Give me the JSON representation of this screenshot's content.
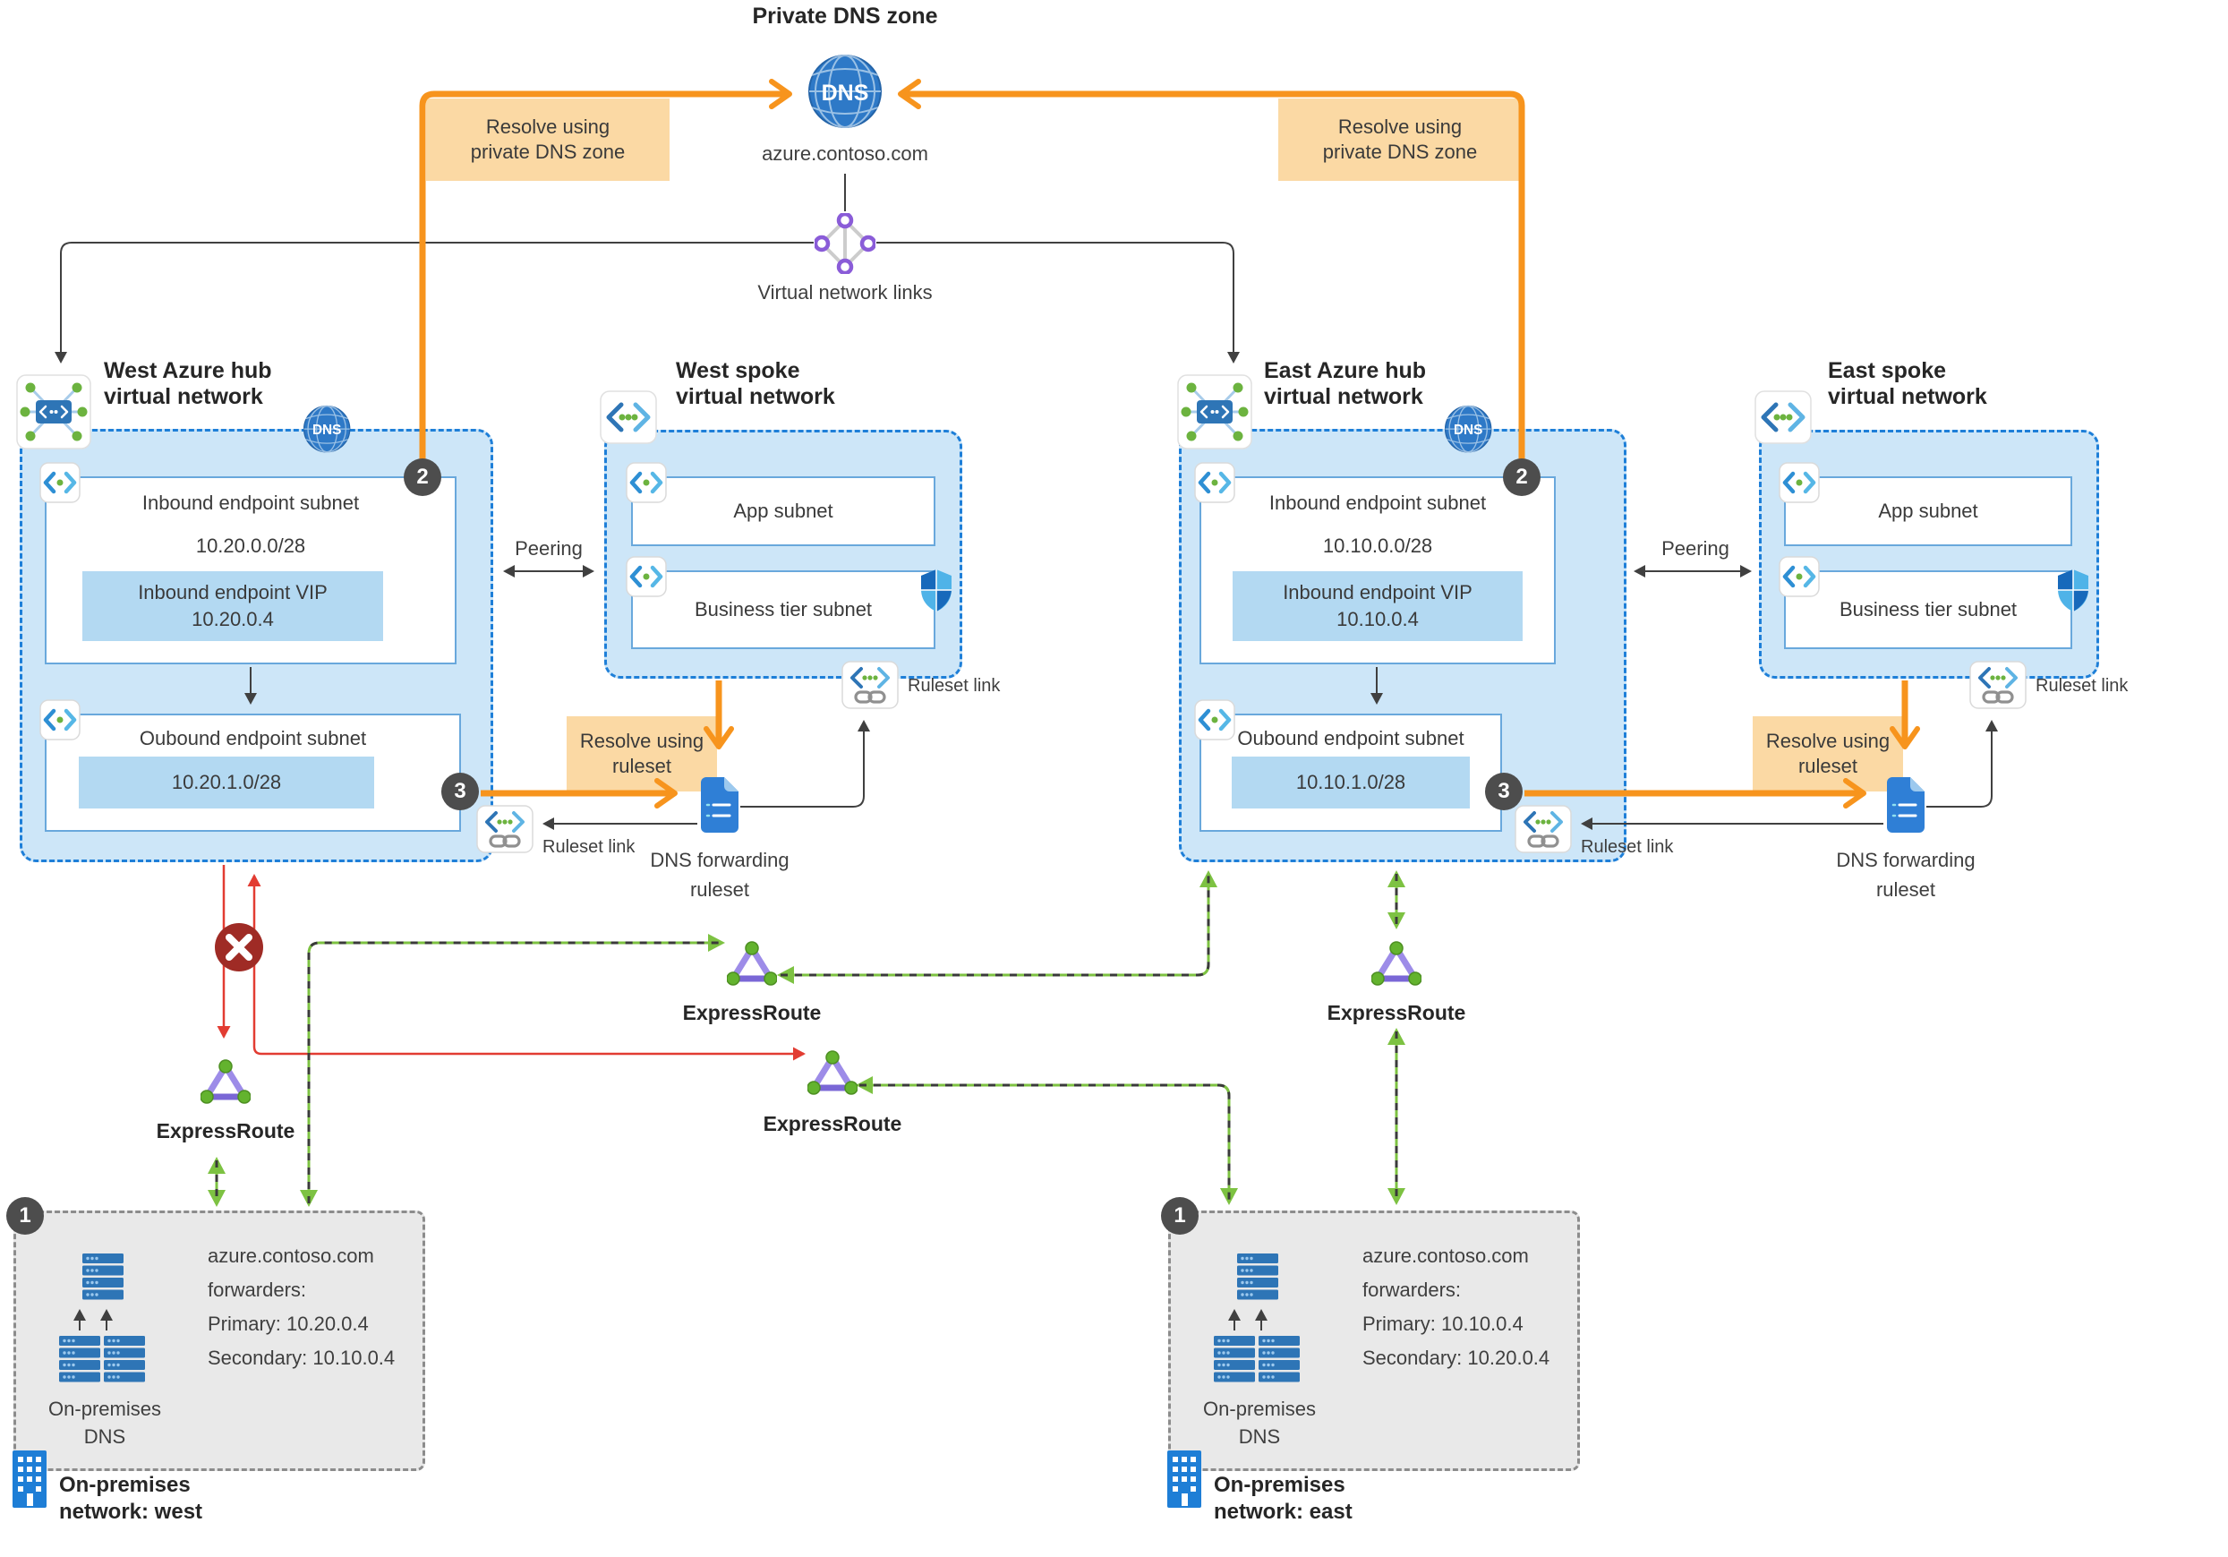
{
  "private_dns_zone": {
    "title": "Private DNS zone",
    "icon_text": "DNS",
    "domain": "azure.contoso.com",
    "links_label": "Virtual network links"
  },
  "callouts": {
    "resolve_private_dns": "Resolve using\nprivate DNS zone",
    "resolve_ruleset": "Resolve using\nruleset"
  },
  "shared": {
    "peering": "Peering",
    "ruleset_link": "Ruleset link",
    "dns_forwarding_ruleset": "DNS forwarding\nruleset",
    "expressroute": "ExpressRoute",
    "on_premises_dns": "On-premises\nDNS"
  },
  "steps": {
    "one": "1",
    "two": "2",
    "three": "3"
  },
  "west_hub": {
    "title": "West Azure hub\nvirtual network",
    "inbound_subnet": {
      "name": "Inbound endpoint subnet",
      "cidr": "10.20.0.0/28",
      "vip_label": "Inbound endpoint VIP",
      "vip_ip": "10.20.0.4"
    },
    "outbound_subnet": {
      "name": "Oubound endpoint subnet",
      "cidr": "10.20.1.0/28"
    }
  },
  "east_hub": {
    "title": "East Azure hub\nvirtual network",
    "inbound_subnet": {
      "name": "Inbound endpoint subnet",
      "cidr": "10.10.0.0/28",
      "vip_label": "Inbound endpoint VIP",
      "vip_ip": "10.10.0.4"
    },
    "outbound_subnet": {
      "name": "Oubound endpoint subnet",
      "cidr": "10.10.1.0/28"
    }
  },
  "west_spoke": {
    "title": "West spoke\nvirtual network",
    "app_subnet": "App subnet",
    "business_subnet": "Business tier subnet"
  },
  "east_spoke": {
    "title": "East spoke\nvirtual network",
    "app_subnet": "App subnet",
    "business_subnet": "Business tier subnet"
  },
  "west_onprem": {
    "forwarders": "azure.contoso.com\nforwarders:\nPrimary: 10.20.0.4\nSecondary: 10.10.0.4",
    "network_label": "On-premises\nnetwork: west"
  },
  "east_onprem": {
    "forwarders": "azure.contoso.com\nforwarders:\nPrimary: 10.10.0.4\nSecondary: 10.20.0.4",
    "network_label": "On-premises\nnetwork: east"
  },
  "colors": {
    "orange": "#F7941D",
    "callout_bg": "#FBD9A4",
    "vnet_fill": "#CDE6F8",
    "vnet_border": "#1E7FD8",
    "inner_fill": "#B3D9F2",
    "badge": "#4D4D4D",
    "green": "#7DC242",
    "red": "#E23C32",
    "blocked_red": "#9F2B25",
    "onprem_fill": "#E9E9E9",
    "onprem_border": "#8C8C8C",
    "dns_blue": "#2E79C7"
  }
}
